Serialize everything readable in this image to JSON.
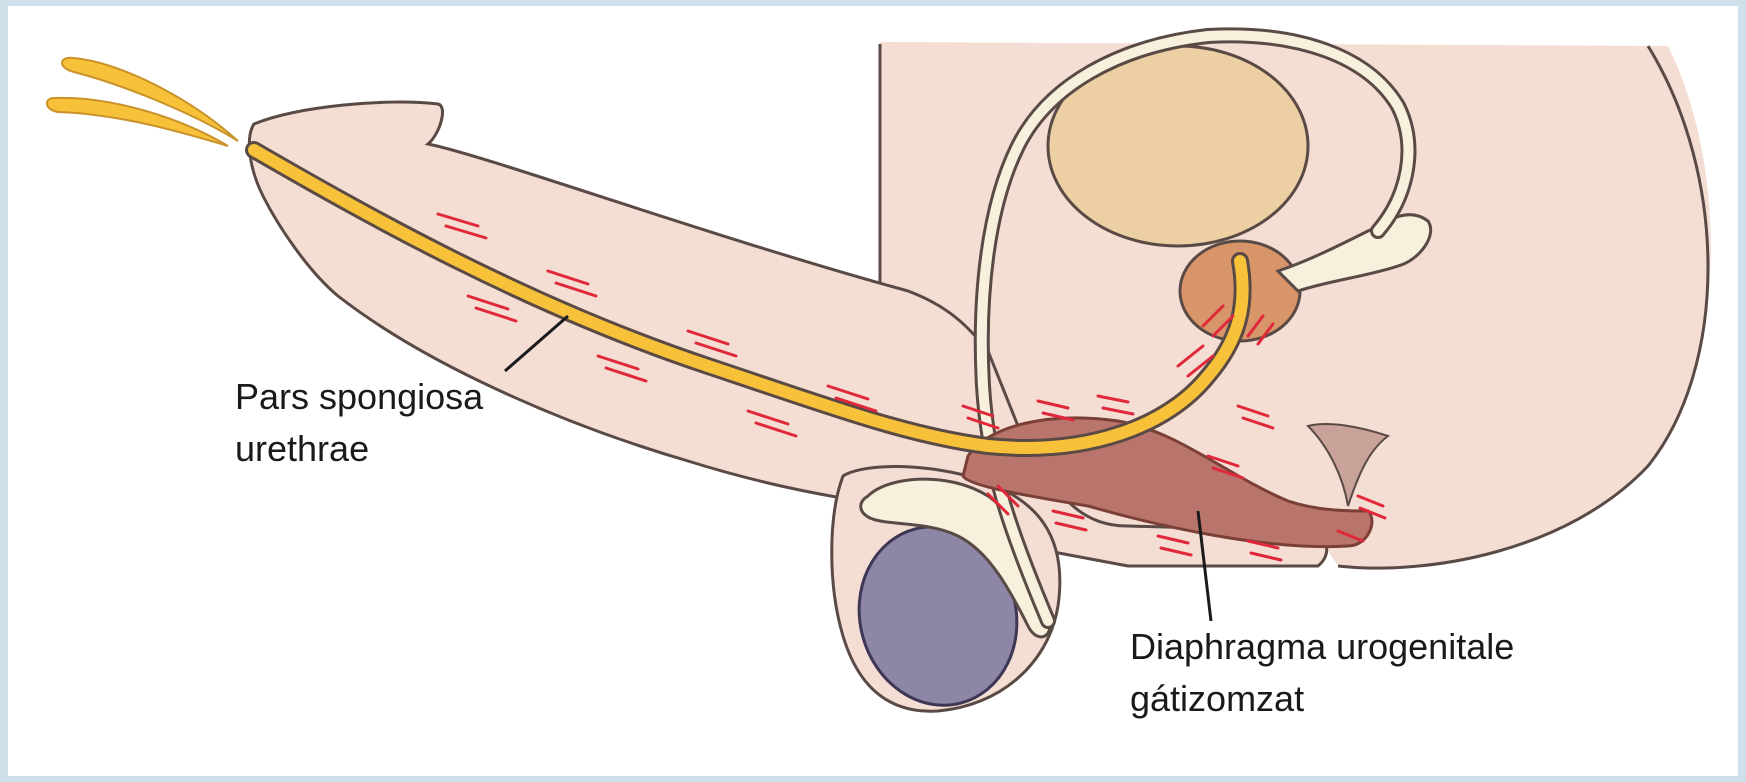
{
  "labels": {
    "urethra": {
      "line1": "Pars spongiosa",
      "line2": "urethrae"
    },
    "diaphragm": {
      "line1": "Diaphragma urogenitale",
      "line2": "gátizomzat"
    }
  },
  "colors": {
    "skin": "#f4ddd3",
    "skin_outline": "#5a4a45",
    "bladder": "#ecd0a4",
    "prostate": "#d8956a",
    "testis": "#8e86a6",
    "epididymis": "#f6f0dc",
    "urethra": "#f7c23a",
    "muscle": "#b9756c",
    "contraction": "#e0283a",
    "frame": "#cfe0ea"
  }
}
